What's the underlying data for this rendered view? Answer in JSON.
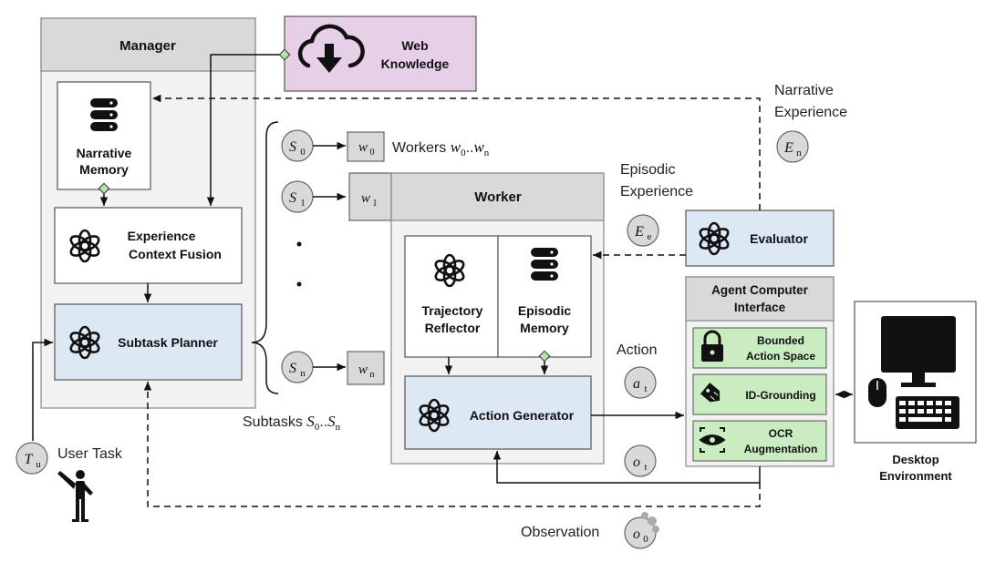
{
  "manager": {
    "title": "Manager"
  },
  "web": {
    "line1": "Web",
    "line2": "Knowledge"
  },
  "narrative_memory": {
    "line1": "Narrative",
    "line2": "Memory"
  },
  "fusion": {
    "line1": "Experience",
    "line2": "Context Fusion"
  },
  "planner": {
    "label": "Subtask Planner"
  },
  "worker": {
    "title": "Worker"
  },
  "reflector": {
    "line1": "Trajectory",
    "line2": "Reflector"
  },
  "episodic_memory": {
    "line1": "Episodic",
    "line2": "Memory"
  },
  "action_generator": {
    "label": "Action Generator"
  },
  "evaluator": {
    "label": "Evaluator"
  },
  "aci": {
    "line1": "Agent Computer",
    "line2": "Interface"
  },
  "aci_items": [
    {
      "line1": "Bounded",
      "line2": "Action Space",
      "icon": "lock-icon"
    },
    {
      "line1": "ID-Grounding",
      "line2": "",
      "icon": "tag-icon"
    },
    {
      "line1": "OCR",
      "line2": "Augmentation",
      "icon": "eye-scan-icon"
    }
  ],
  "desktop": {
    "line1": "Desktop",
    "line2": "Environment"
  },
  "labels": {
    "narrative_experience_1": "Narrative",
    "narrative_experience_2": "Experience",
    "episodic_experience_1": "Episodic",
    "episodic_experience_2": "Experience",
    "workers": "Workers",
    "subtasks": "Subtasks",
    "action": "Action",
    "user_task": "User Task",
    "observation": "Observation"
  },
  "symbols": {
    "s0": [
      "S",
      "0"
    ],
    "s1": [
      "S",
      "1"
    ],
    "sn": [
      "S",
      "n"
    ],
    "w0": [
      "w",
      "0"
    ],
    "w1": [
      "w",
      "1"
    ],
    "wn": [
      "w",
      "n"
    ],
    "en": [
      "E",
      "n"
    ],
    "ee": [
      "E",
      "e"
    ],
    "at": [
      "a",
      "t"
    ],
    "ot": [
      "o",
      "t"
    ],
    "o0": [
      "o",
      "0"
    ],
    "tu": [
      "T",
      "u"
    ]
  },
  "colors": {
    "manager_header": "#d9d9d9",
    "manager_body": "#f2f2f2",
    "web": "#e8cfe8",
    "planner": "#dde8f5",
    "aci_item": "#c9ecc0",
    "diamond": "#b8e3a8"
  }
}
